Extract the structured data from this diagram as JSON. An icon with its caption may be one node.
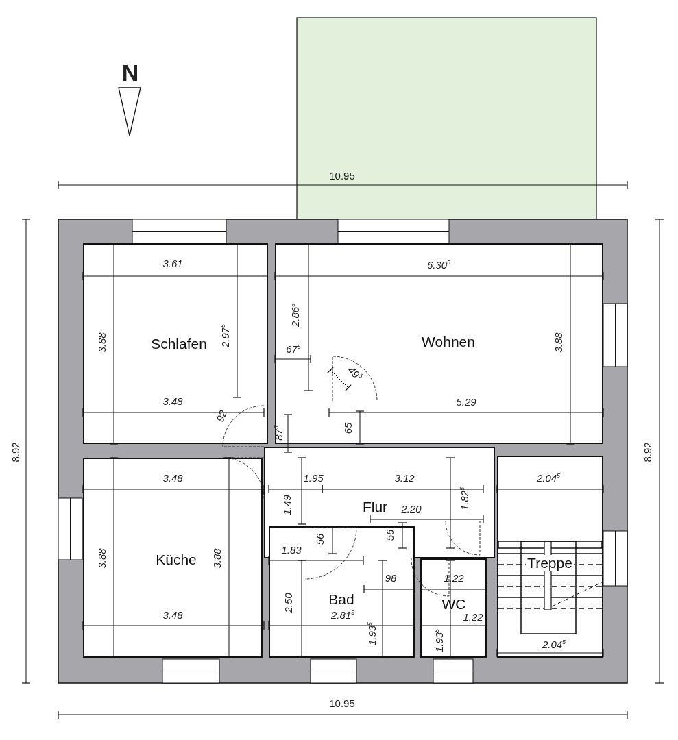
{
  "diagram": {
    "nodes": [
      {
        "text": [
          "Schlafen"
        ]
      },
      {
        "text": [
          "Wohnen"
        ]
      },
      {
        "text": [
          "Flur"
        ]
      },
      {
        "text": [
          "Küche"
        ]
      },
      {
        "text": [
          "Bad"
        ]
      },
      {
        "text": [
          "WC"
        ]
      },
      {
        "text": [
          "Treppe"
        ]
      }
    ],
    "labels": [
      "N",
      "10.95",
      "8.92",
      "8.92",
      "3.61",
      "6.30$^{5}$",
      "2.97$^{5}$",
      "2.86$^{5}$",
      "3.88",
      "67$^{5}$",
      "3.88",
      "49$^{5}$",
      "3.48",
      "5.29",
      "92",
      "87$^{5}$",
      "65",
      "3.48",
      "1.49",
      "1.95",
      "3.12",
      "2.04$^{5}$",
      "2.20",
      "1.82$^{5}$",
      "56",
      "1.83",
      "56",
      "3.88",
      "3.88",
      "98",
      "2.50",
      "1.22",
      "3.48",
      "2.81$^{5}$",
      "1.22",
      "1.93$^{5}$",
      "1.93$^{5}$",
      "2.04$^{5}$",
      "10.95"
    ]
  }
}
